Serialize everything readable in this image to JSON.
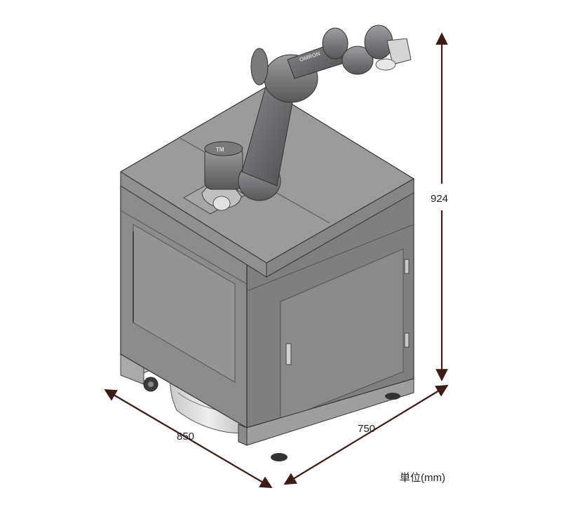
{
  "dimensions": {
    "height_label": "924",
    "depth_label": "850",
    "width_label": "750",
    "unit_label": "単位(mm)"
  },
  "colors": {
    "dimension_line": "#3a1d16",
    "cabinet_top": "#9a9a9d",
    "cabinet_front": "#8d8d90",
    "cabinet_side": "#7f7f82",
    "robot_arm": "#6f6f72",
    "mobile_base": "#d9d9d9"
  },
  "robot": {
    "brand_logo": "OMRON",
    "joint_label": "TM"
  }
}
